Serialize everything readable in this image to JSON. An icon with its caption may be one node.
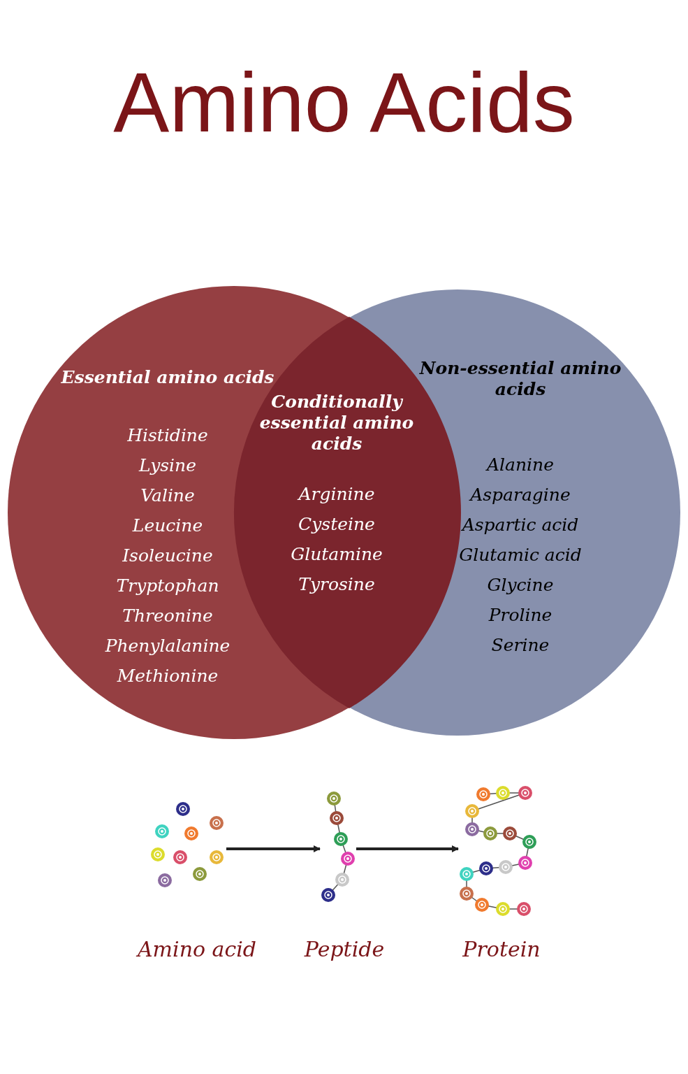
{
  "diagram": {
    "title": "Amino Acids",
    "nodes": [
      {
        "text": [
          "Essential amino acids",
          "Histidine",
          "Lysine",
          "Valine",
          "Leucine",
          "Isoleucine",
          "Tryptophan",
          "Threonine",
          "Phenylalanine",
          "Methionine"
        ]
      },
      {
        "text": [
          "Non-essential amino acids",
          "Alanine",
          "Asparagine",
          "Aspartic acid",
          "Glutamic acid",
          "Glycine",
          "Proline",
          "Serine"
        ]
      },
      {
        "text": [
          "Conditionally essential amino acids",
          "Arginine",
          "Cysteine",
          "Glutamine",
          "Tyrosine"
        ]
      },
      {
        "text": [],
        "shape": "picture",
        "beside": [
          "Amino acid"
        ]
      },
      {
        "text": [],
        "shape": "picture",
        "beside": [
          "Peptide"
        ]
      },
      {
        "text": [],
        "shape": "picture",
        "beside": [
          "Protein"
        ]
      }
    ],
    "edges": [
      {
        "from": 3,
        "to": 4,
        "arrow": "to"
      },
      {
        "from": 4,
        "to": 5,
        "arrow": "to"
      }
    ]
  }
}
